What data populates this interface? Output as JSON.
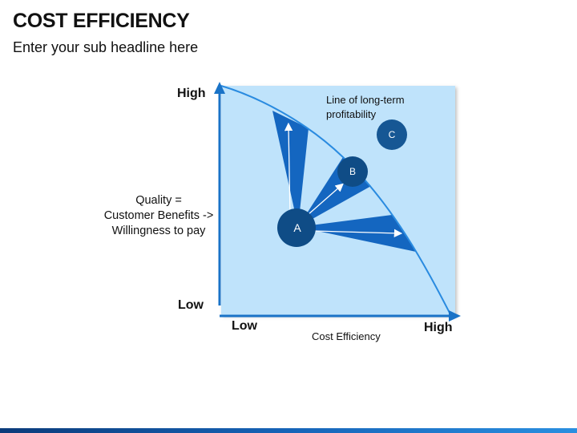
{
  "header": {
    "title": "COST EFFICIENCY",
    "subtitle": "Enter your sub headline here"
  },
  "axes": {
    "y_high": "High",
    "y_low": "Low",
    "x_low": "Low",
    "x_high": "High",
    "x_label": "Cost Efficiency",
    "y_label_lines": [
      "Quality =",
      "Customer Benefits ->",
      "Willingness to pay"
    ]
  },
  "curve_label_lines": [
    "Line of long-term",
    "profitability"
  ],
  "nodes": {
    "a": "A",
    "b": "B",
    "c": "C"
  },
  "colors": {
    "panel": "#bfe3fb",
    "axis": "#1a73c7",
    "wedge": "#1466c0",
    "node_dark": "#0f4c86",
    "node_medium": "#165794"
  }
}
